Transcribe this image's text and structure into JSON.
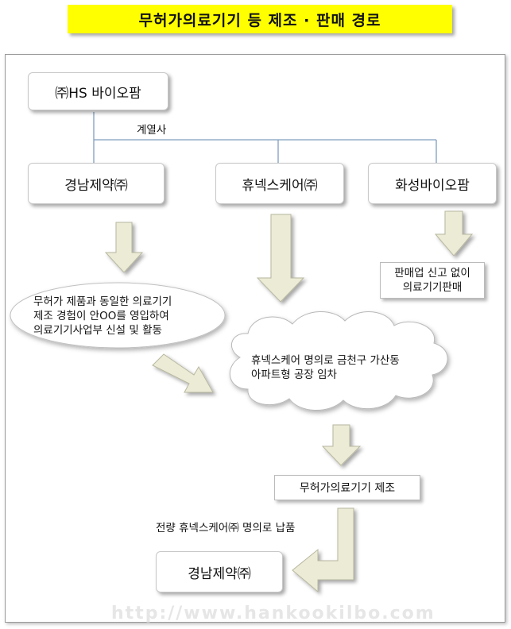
{
  "title": "무허가의료기기 등 제조 · 판매 경로",
  "nodes": {
    "hs_biopharm": "㈜HS 바이오팜",
    "affiliate_label": "계열사",
    "kyungnam_top": "경남제약㈜",
    "hunex_care": "휴넥스케어㈜",
    "hwasung_biopharm": "화성바이오팜",
    "sale_note_line1": "판매업 신고 없이",
    "sale_note_line2": "의료기기판매",
    "ellipse_line1": "무허가 제품과 동일한 의료기기",
    "ellipse_line2": "제조 경험이 안OO를  영입하여",
    "ellipse_line3": "의료기기사업부 신설 및 활동",
    "cloud_line1": "휴넥스케어 명의로 금천구 가산동",
    "cloud_line2": "아파트형 공장 임차",
    "manufacture": "무허가의료기기 제조",
    "delivery_label": "전량 휴넥스케어㈜ 명의로 납품",
    "kyungnam_bottom": "경남제약㈜"
  },
  "watermark": "http://www.hankookilbo.com",
  "colors": {
    "title_bg": "#ffff00",
    "connector": "#7f9fbf",
    "arrow_fill": "#ecebd6",
    "arrow_stroke": "#b8b7a0"
  }
}
